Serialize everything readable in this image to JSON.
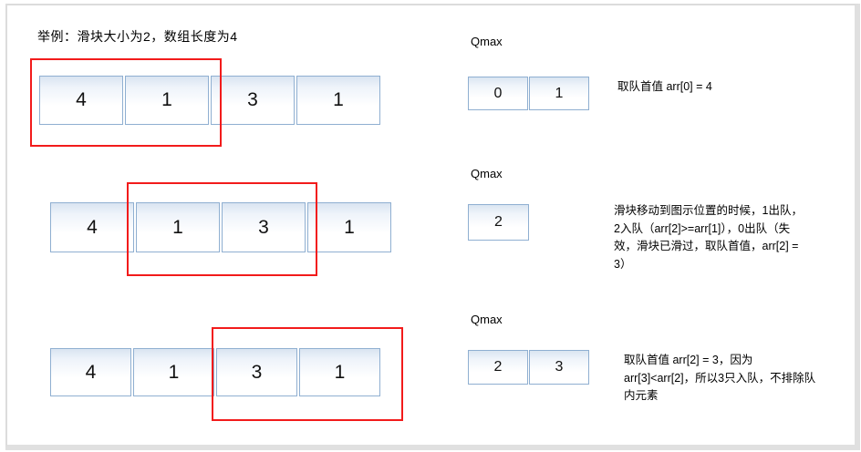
{
  "page": {
    "title": "举例：滑块大小为2，数组长度为4"
  },
  "colors": {
    "window_outline": "#f21b1b",
    "cell_border": "#8fafd1",
    "cell_fill_top": "#d9e4f1",
    "frame_border": "#dcdcdc"
  },
  "steps": [
    {
      "array": [
        "4",
        "1",
        "3",
        "1"
      ],
      "window": {
        "start_index": 0,
        "end_index": 1
      },
      "qmax_label": "Qmax",
      "qmax_values": [
        "0",
        "1"
      ],
      "note_lines": [
        "取队首值 arr[0] = 4"
      ]
    },
    {
      "array": [
        "4",
        "1",
        "3",
        "1"
      ],
      "window": {
        "start_index": 1,
        "end_index": 2
      },
      "qmax_label": "Qmax",
      "qmax_values": [
        "2"
      ],
      "note_lines": [
        "滑块移动到图示位置的时候，1出队，",
        "2入队（arr[2]>=arr[1]），0出队（失",
        "效，滑块已滑过，取队首值，arr[2] =",
        "3）"
      ]
    },
    {
      "array": [
        "4",
        "1",
        "3",
        "1"
      ],
      "window": {
        "start_index": 2,
        "end_index": 3
      },
      "qmax_label": "Qmax",
      "qmax_values": [
        "2",
        "3"
      ],
      "note_lines": [
        "取队首值 arr[2] = 3，因为",
        "arr[3]<arr[2]，所以3只入队，不排除队",
        "内元素"
      ]
    }
  ]
}
